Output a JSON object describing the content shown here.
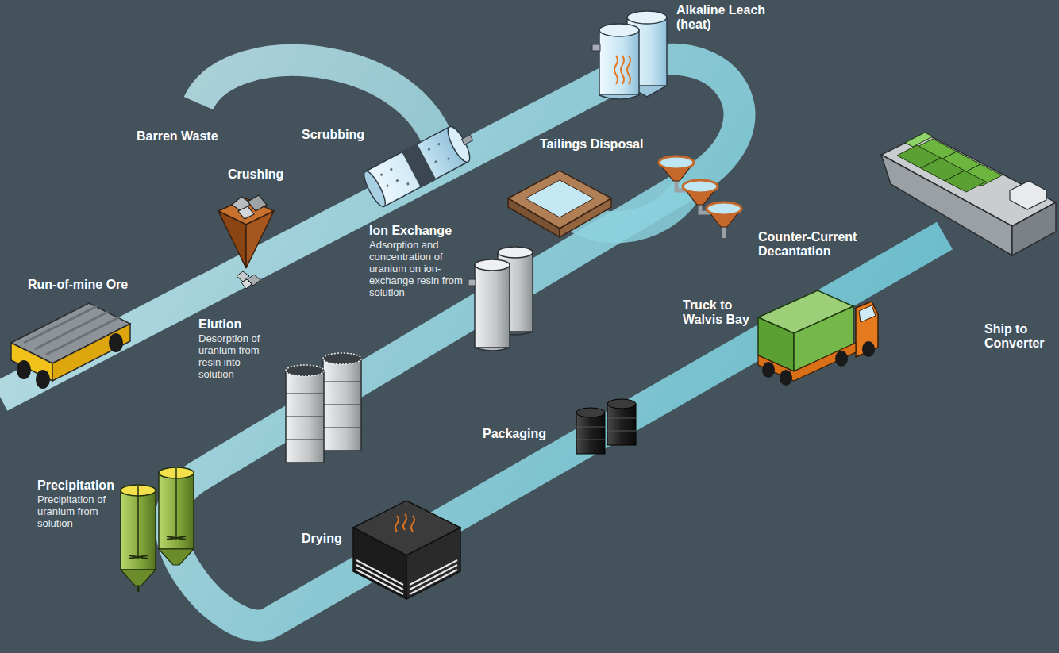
{
  "diagram": {
    "nodes": [
      {
        "text": [
          "Run-of-mine Ore"
        ]
      },
      {
        "text": [
          "Crushing"
        ]
      },
      {
        "text": [
          "Barren Waste"
        ]
      },
      {
        "text": [
          "Scrubbing"
        ]
      },
      {
        "text": [
          "Alkaline Leach (heat)"
        ]
      },
      {
        "text": [
          "Counter-Current Decantation"
        ]
      },
      {
        "text": [
          "Tailings Disposal"
        ]
      },
      {
        "text": [
          "Ion Exchange",
          "Adsorption and concentration of uranium on ion-exchange resin from solution"
        ]
      },
      {
        "text": [
          "Elution",
          "Desorption of uranium from resin into solution"
        ]
      },
      {
        "text": [
          "Precipitation",
          "Precipitation of uranium from solution"
        ]
      },
      {
        "text": [
          "Drying"
        ]
      },
      {
        "text": [
          "Packaging"
        ]
      },
      {
        "text": [
          "Truck to Walvis Bay"
        ]
      },
      {
        "text": [
          "Ship to Converter"
        ]
      }
    ]
  }
}
